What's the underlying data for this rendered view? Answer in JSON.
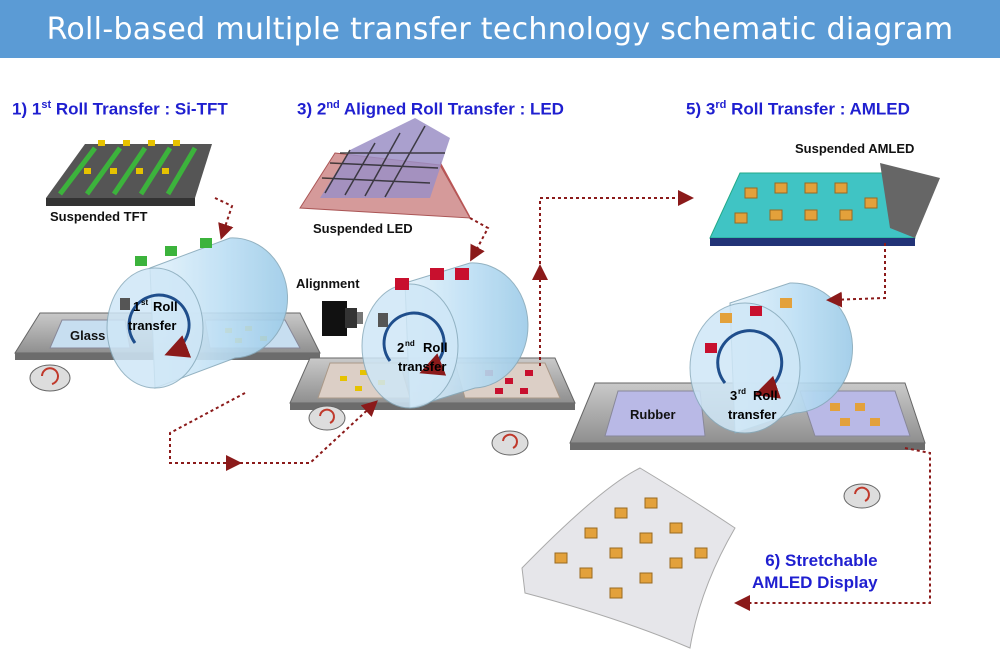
{
  "title": "Roll-based multiple transfer technology schematic diagram",
  "steps": [
    {
      "num": "1)",
      "ord": "1",
      "sup": "st",
      "text": "Roll Transfer : Si-TFT"
    },
    {
      "num": "3)",
      "ord": "2",
      "sup": "nd",
      "text": "Aligned Roll Transfer : LED"
    },
    {
      "num": "5)",
      "ord": "3",
      "sup": "rd",
      "text": "Roll Transfer : AMLED"
    },
    {
      "line1": "6) Stretchable",
      "line2": "AMLED Display"
    }
  ],
  "labels": {
    "suspended_tft": "Suspended TFT",
    "suspended_led": "Suspended LED",
    "suspended_amled": "Suspended AMLED",
    "alignment": "Alignment",
    "glass": "Glass",
    "rubber": "Rubber",
    "roll1_ord": "1",
    "roll1_sup": "st",
    "roll1_a": "Roll",
    "roll1_b": "transfer",
    "roll2_ord": "2",
    "roll2_sup": "nd",
    "roll2_a": "Roll",
    "roll2_b": "transfer",
    "roll3_ord": "3",
    "roll3_sup": "rd",
    "roll3_a": "Roll",
    "roll3_b": "transfer"
  },
  "colors": {
    "banner": "#5b9bd5",
    "step_text": "#1f1fd0",
    "arrow": "#8b1a1a",
    "roller": "#bfe0f5",
    "tft_green": "#3cb33c",
    "led_red": "#c8102e",
    "amled_teal": "#40c4c4"
  }
}
